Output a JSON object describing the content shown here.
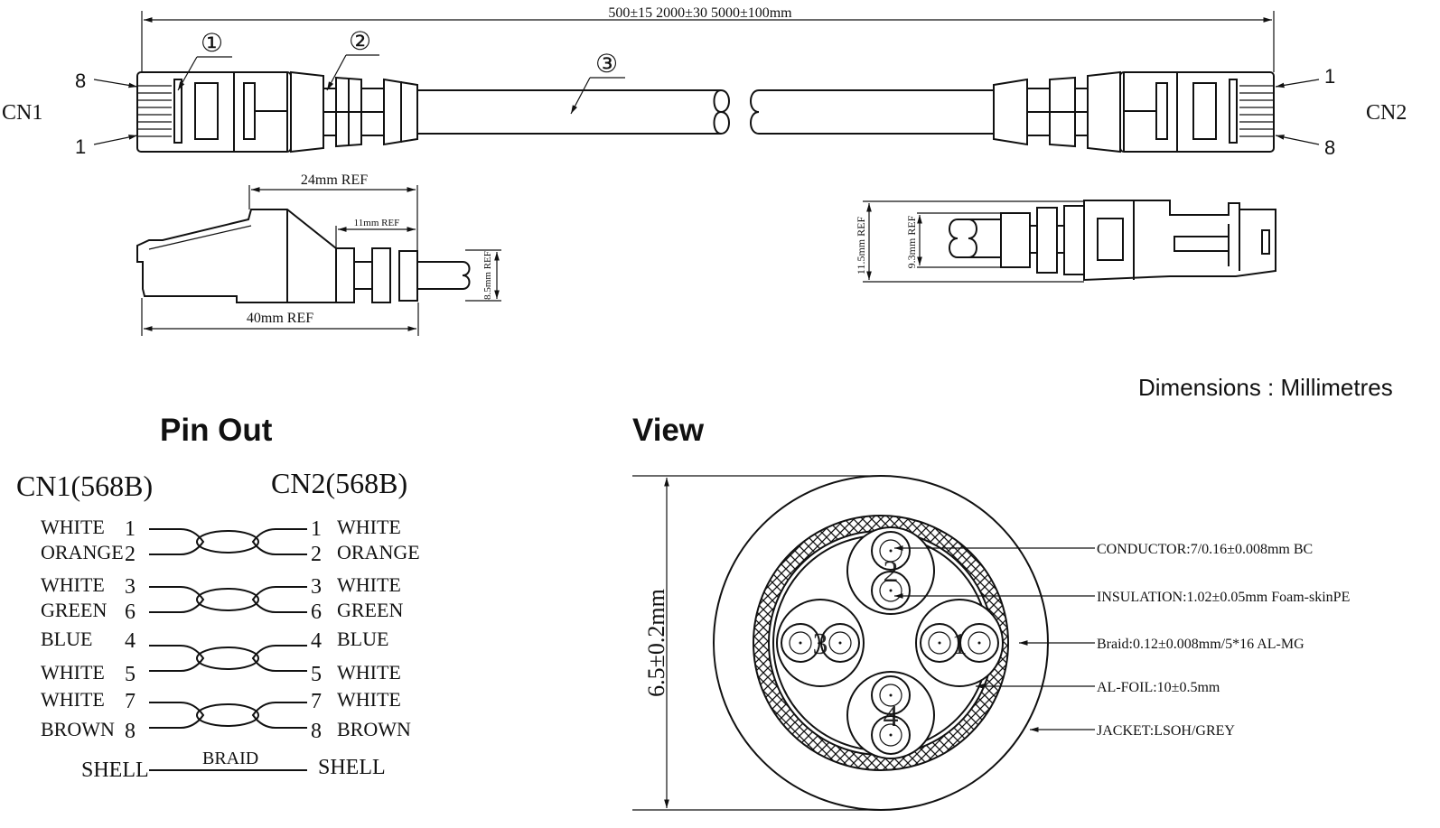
{
  "drawing": {
    "length_dimension": "500±15  2000±30  5000±100mm",
    "cn1_label": "CN1",
    "cn2_label": "CN2",
    "cn1_pin_top": "8",
    "cn1_pin_bottom": "1",
    "cn2_pin_top": "1",
    "cn2_pin_bottom": "8",
    "callouts": [
      "①",
      "②",
      "③"
    ],
    "side_view": {
      "dim_24": "24mm REF",
      "dim_11": "11mm REF",
      "dim_40": "40mm REF",
      "dim_8_5": "8.5mm REF",
      "dim_11_5": "11.5mm REF",
      "dim_9_3": "9.3mm REF"
    },
    "units_note": "Dimensions : Millimetres"
  },
  "pinout": {
    "title": "Pin Out",
    "cn1_header": "CN1(568B)",
    "cn2_header": "CN2(568B)",
    "rows": [
      {
        "color": "WHITE",
        "pin": "1"
      },
      {
        "color": "ORANGE",
        "pin": "2"
      },
      {
        "color": "WHITE",
        "pin": "3"
      },
      {
        "color": "GREEN",
        "pin": "6"
      },
      {
        "color": "BLUE",
        "pin": "4"
      },
      {
        "color": "WHITE",
        "pin": "5"
      },
      {
        "color": "WHITE",
        "pin": "7"
      },
      {
        "color": "BROWN",
        "pin": "8"
      }
    ],
    "shell_left": "SHELL",
    "shell_right": "SHELL",
    "braid": "BRAID"
  },
  "view": {
    "title": "View",
    "diameter": "6.5±0.2mm",
    "pair_numbers": [
      "2",
      "3",
      "1",
      "4"
    ],
    "annotations": [
      "CONDUCTOR:7/0.16±0.008mm BC",
      "INSULATION:1.02±0.05mm Foam-skinPE",
      "Braid:0.12±0.008mm/5*16 AL-MG",
      "AL-FOIL:10±0.5mm",
      "JACKET:LSOH/GREY"
    ]
  }
}
